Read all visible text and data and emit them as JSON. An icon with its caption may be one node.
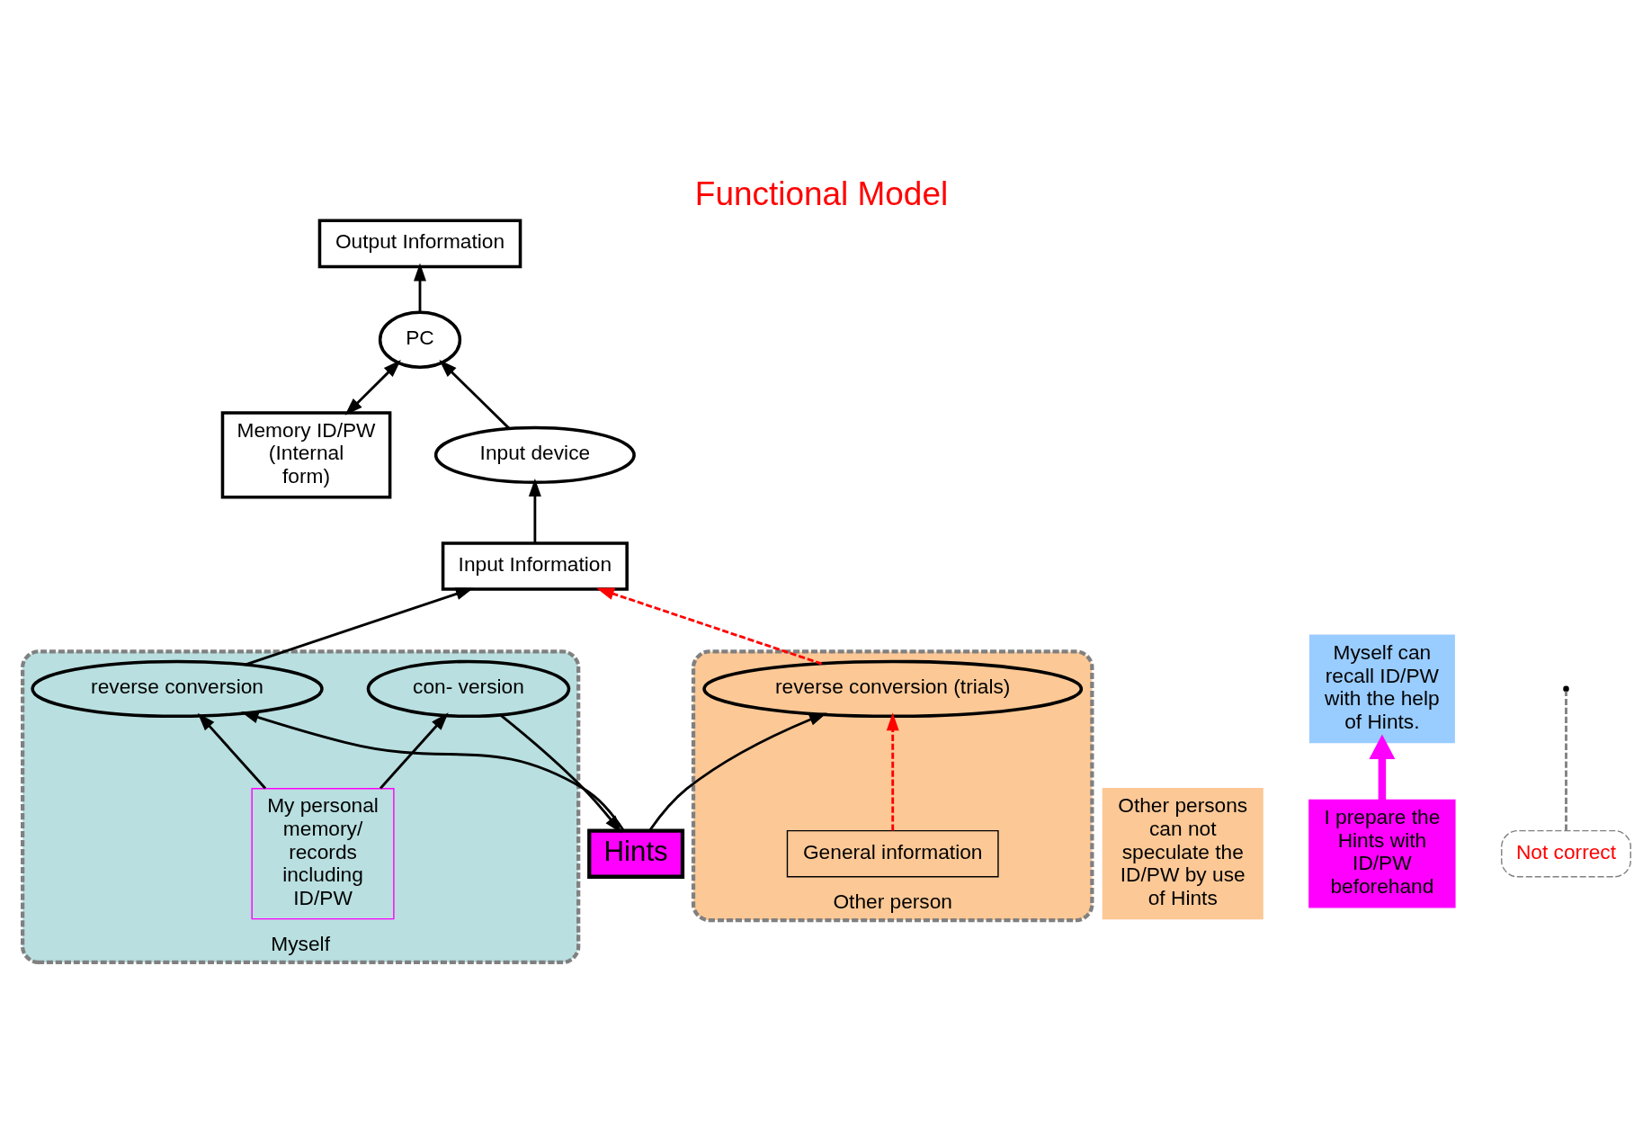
{
  "diagram": {
    "title": "Functional Model",
    "nodes": [
      {
        "text": [
          "Output Information"
        ]
      },
      {
        "text": [
          "Memory ID/PW (Internal form)"
        ]
      },
      {
        "text": [
          "PC"
        ]
      },
      {
        "text": [
          "Input device"
        ]
      },
      {
        "text": [
          "Input Information"
        ]
      },
      {
        "text": [
          "Myself"
        ]
      },
      {
        "text": [
          "reverse conversion"
        ],
        "in": 5
      },
      {
        "text": [
          "My personal memory/ records including ID/PW"
        ],
        "in": 5
      },
      {
        "text": [
          "con- version"
        ],
        "in": 5
      },
      {
        "text": [
          "Hints"
        ]
      },
      {
        "text": [
          "Other person"
        ]
      },
      {
        "text": [
          "reverse conversion (trials)"
        ],
        "in": 10
      },
      {
        "text": [
          "General information"
        ],
        "in": 10
      },
      {
        "text": [
          "Other persons can not speculate the ID/PW by use of Hints"
        ]
      },
      {
        "text": [
          "Myself can recall ID/PW with the help of Hints."
        ]
      },
      {
        "text": [
          "I prepare the Hints with ID/PW beforehand"
        ]
      },
      {
        "text": [
          "Not correct"
        ]
      }
    ],
    "edges": [
      {
        "from": 2,
        "to": 0,
        "arrow": "to"
      },
      {
        "from": 1,
        "to": 2,
        "arrow": "both"
      },
      {
        "from": 3,
        "to": 2,
        "arrow": "to"
      },
      {
        "from": 4,
        "to": 3,
        "arrow": "to"
      },
      {
        "from": 6,
        "to": 4,
        "arrow": "to"
      },
      {
        "from": 9,
        "to": 6,
        "arrow": "to"
      },
      {
        "from": 9,
        "to": 11,
        "arrow": "to"
      },
      {
        "from": 7,
        "to": 6,
        "arrow": "to"
      },
      {
        "from": 7,
        "to": 8,
        "arrow": "to"
      },
      {
        "from": 8,
        "to": 9,
        "arrow": "to"
      },
      {
        "from": 11,
        "to": 4,
        "arrow": "to",
        "style": "dashed",
        "color": "#ff0000"
      },
      {
        "from": 12,
        "to": 11,
        "arrow": "to",
        "style": "dashed",
        "color": "#ff0000"
      },
      {
        "from": 15,
        "to": 14,
        "arrow": "to",
        "style": "thick",
        "color": "#ff00ff"
      },
      {
        "from": 16,
        "to": null,
        "arrow": "none",
        "style": "dashed",
        "color": "#808080"
      }
    ]
  }
}
